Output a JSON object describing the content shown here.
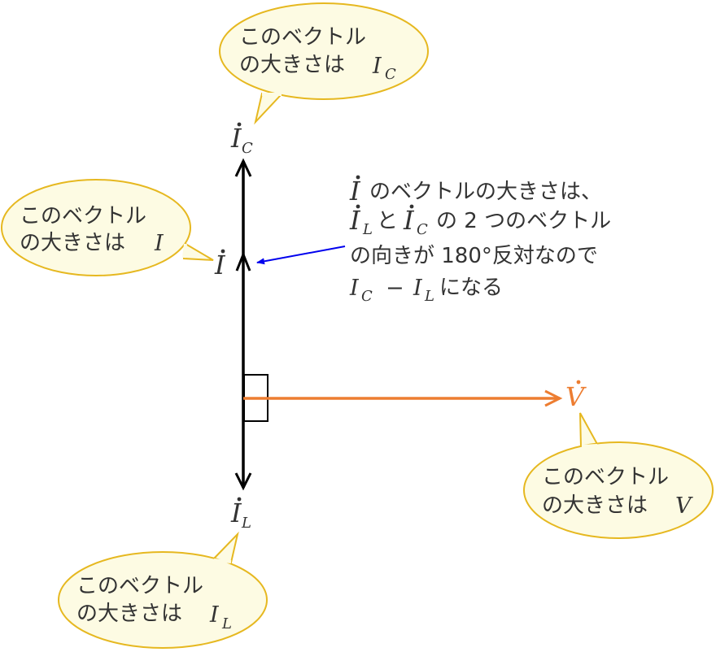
{
  "bubbles": {
    "ic": {
      "line1": "このベクトル",
      "line2": "の大きさは",
      "sym": "I",
      "sub": "C"
    },
    "i": {
      "line1": "このベクトル",
      "line2": "の大きさは",
      "sym": "I"
    },
    "v": {
      "line1": "このベクトル",
      "line2": "の大きさは",
      "sym": "V"
    },
    "il": {
      "line1": "このベクトル",
      "line2": "の大きさは",
      "sym": "I",
      "sub": "L"
    }
  },
  "vectors": {
    "ic": {
      "sym": "I",
      "sub": "C"
    },
    "i": {
      "sym": "I"
    },
    "il": {
      "sym": "I",
      "sub": "L"
    },
    "v": {
      "sym": "V"
    }
  },
  "annotation": {
    "line1_sym": "I",
    "line1_text": "のベクトルの大きさは、",
    "line2_sym_a": "I",
    "line2_sub_a": "L",
    "line2_mid": "と",
    "line2_sym_b": "I",
    "line2_sub_b": "C",
    "line2_text": "の 2 つのベクトル",
    "line3_text": "の向きが 180°反対なので",
    "line4_sym_a": "I",
    "line4_sub_a": "C",
    "line4_minus": "−",
    "line4_sym_b": "I",
    "line4_sub_b": "L",
    "line4_text": "になる"
  },
  "colors": {
    "bubble_fill": "#fdfbe3",
    "bubble_stroke": "#e6b820",
    "vector_black": "#000000",
    "vector_orange": "#ed7d31",
    "pointer_blue": "#0000ee",
    "text": "#333333"
  }
}
